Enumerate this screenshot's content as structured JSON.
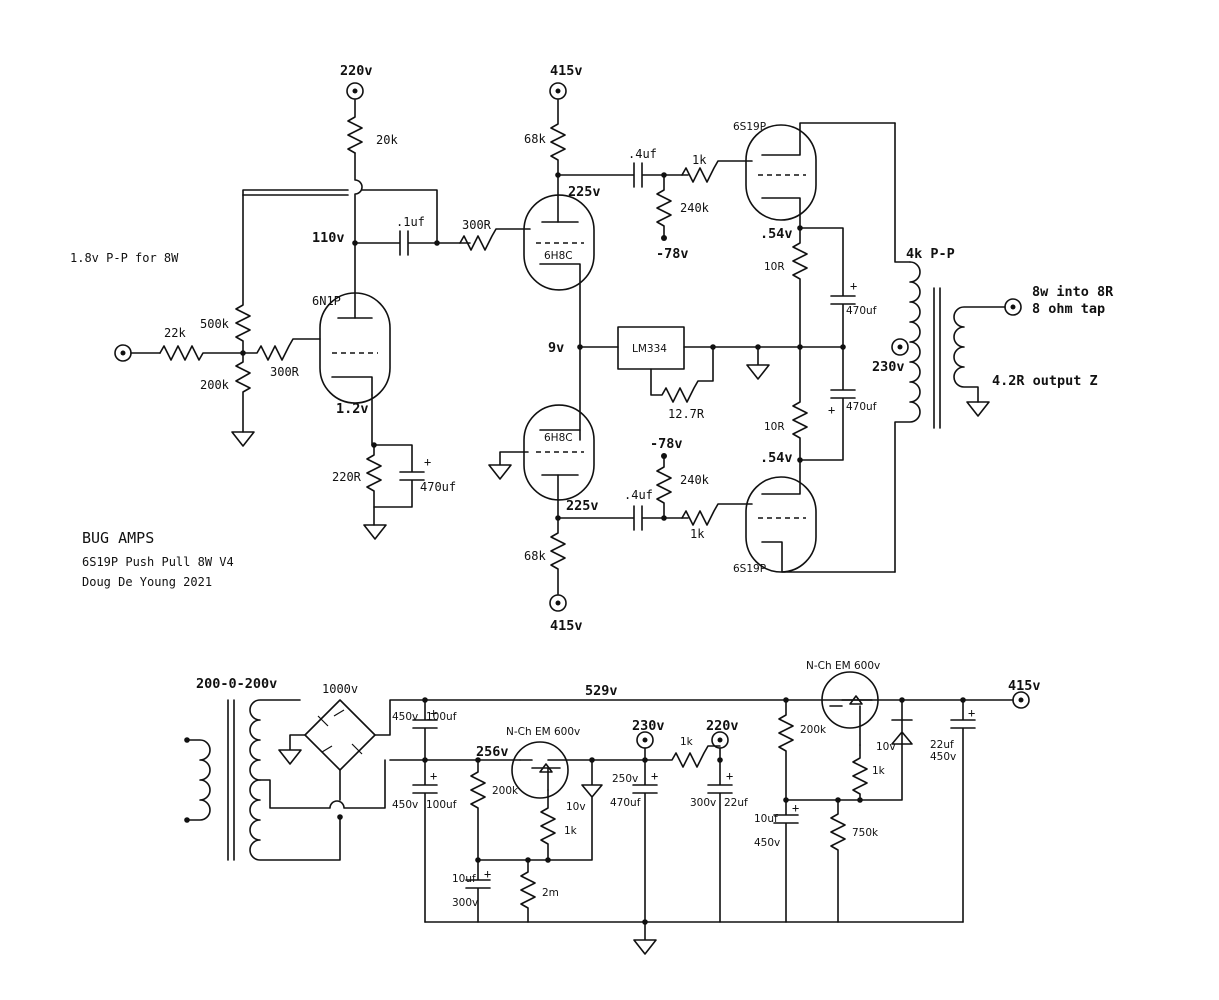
{
  "title_block": {
    "line1": "BUG AMPS",
    "line2": "6S19P Push Pull 8W V4",
    "line3": "Doug De Young 2021"
  },
  "notes": {
    "input_level": "1.8v P-P for 8W",
    "output_power": "8w into 8R",
    "output_tap": "8 ohm tap",
    "output_z": "4.2R output Z",
    "ot_primary": "4k P-P"
  },
  "voltages": {
    "v220_top": "220v",
    "v415_top": "415v",
    "v415_bottom": "415v",
    "v110": "110v",
    "v225_top": "225v",
    "v225_bottom": "225v",
    "v9": "9v",
    "v1_2": "1.2v",
    "vm78_top": "-78v",
    "vm78_bottom": "-78v",
    "v054_top": ".54v",
    "v054_bottom": ".54v",
    "v230_ct": "230v",
    "ps_529": "529v",
    "ps_256": "256v",
    "ps_230": "230v",
    "ps_220": "220v",
    "ps_415": "415v"
  },
  "components": {
    "r20k": "20k",
    "c01uf": ".1uf",
    "r300r_a": "300R",
    "r500k": "500k",
    "r22k": "22k",
    "r300r_b": "300R",
    "r200k_in": "200k",
    "r220r": "220R",
    "c470_cath": "470uf",
    "tube_6n1p": "6N1P",
    "r68k_top": "68k",
    "r68k_bottom": "68k",
    "tube_6h8c_top": "6H8C",
    "tube_6h8c_bottom": "6H8C",
    "lm334": "LM334",
    "r12_7r": "12.7R",
    "c04uf_top": ".4uf",
    "c04uf_bottom": ".4uf",
    "r1k_top": "1k",
    "r1k_bottom": "1k",
    "r240k_top": "240k",
    "r240k_bottom": "240k",
    "tube_6s19p_top": "6S19P",
    "tube_6s19p_bottom": "6S19P",
    "r10r_top": "10R",
    "r10r_bottom": "10R",
    "c470_top": "470uf",
    "c470_bottom": "470uf"
  },
  "power_supply": {
    "pt_label": "200-0-200v",
    "bridge_label": "1000v",
    "c1_v": "450v",
    "c1_val": "100uf",
    "c2_v": "450v",
    "c2_val": "100uf",
    "mosfet1": "N-Ch EM 600v",
    "mosfet2": "N-Ch EM 600v",
    "r200k_a": "200k",
    "r200k_b": "200k",
    "r1k_a": "1k",
    "r1k_b": "1k",
    "r1k_c": "1k",
    "z10v_a": "10v",
    "z10v_b": "10v",
    "c10uf_a": "10uf",
    "c10uf_a_v": "300v",
    "r2m": "2m",
    "c250_v": "250v",
    "c470uf": "470uf",
    "c22_v": "300v",
    "c22uf": "22uf",
    "c10uf_b": "10uf",
    "c10uf_b_v": "450v",
    "r750k": "750k",
    "c22uf_out": "22uf",
    "c22uf_out_v": "450v"
  }
}
